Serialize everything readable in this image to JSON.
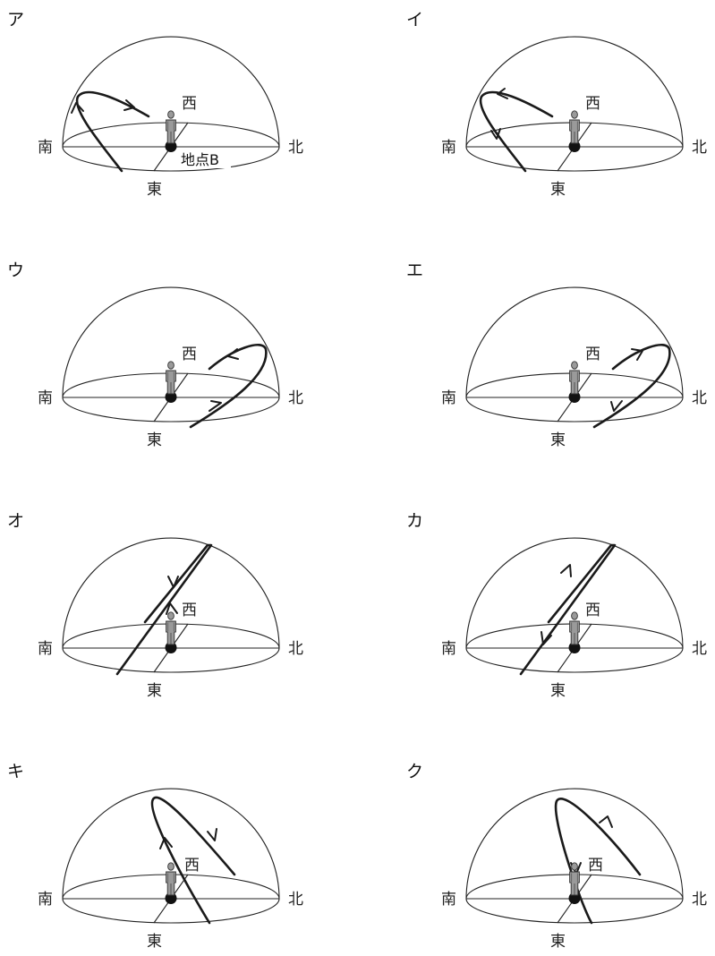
{
  "panels": [
    {
      "id": "a",
      "label": "ア",
      "west": "西",
      "south": "南",
      "north": "北",
      "east": "東",
      "observer_label": "地点B"
    },
    {
      "id": "i",
      "label": "イ",
      "west": "西",
      "south": "南",
      "north": "北",
      "east": "東"
    },
    {
      "id": "u",
      "label": "ウ",
      "west": "西",
      "south": "南",
      "north": "北",
      "east": "東"
    },
    {
      "id": "e",
      "label": "エ",
      "west": "西",
      "south": "南",
      "north": "北",
      "east": "東"
    },
    {
      "id": "o",
      "label": "オ",
      "west": "西",
      "south": "南",
      "north": "北",
      "east": "東"
    },
    {
      "id": "ka",
      "label": "カ",
      "west": "西",
      "south": "南",
      "north": "北",
      "east": "東"
    },
    {
      "id": "ki",
      "label": "キ",
      "west": "西",
      "south": "南",
      "north": "北",
      "east": "東"
    },
    {
      "id": "ku",
      "label": "ク",
      "west": "西",
      "south": "南",
      "north": "北",
      "east": "東"
    }
  ]
}
